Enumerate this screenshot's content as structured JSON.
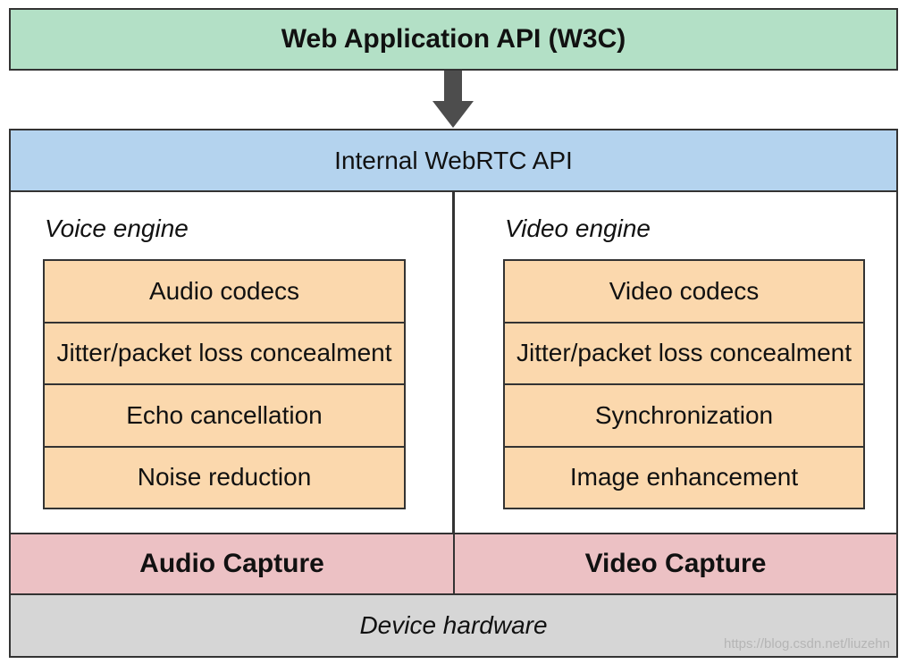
{
  "layers": {
    "web_api": "Web Application API (W3C)",
    "internal_api": "Internal WebRTC API",
    "device_hardware": "Device hardware"
  },
  "voice_engine": {
    "title": "Voice engine",
    "components": [
      "Audio codecs",
      "Jitter/packet loss concealment",
      "Echo cancellation",
      "Noise reduction"
    ],
    "capture": "Audio Capture"
  },
  "video_engine": {
    "title": "Video engine",
    "components": [
      "Video codecs",
      "Jitter/packet loss concealment",
      "Synchronization",
      "Image enhancement"
    ],
    "capture": "Video Capture"
  },
  "watermark": "https://blog.csdn.net/liuzehn",
  "colors": {
    "web_api": "#b3e0c6",
    "internal_api": "#b4d3ee",
    "engine_component": "#fbd8ad",
    "capture": "#ecc1c4",
    "hardware": "#d6d6d6",
    "arrow": "#4d4d4d"
  },
  "icons": {
    "arrow": "down-arrow-icon"
  }
}
